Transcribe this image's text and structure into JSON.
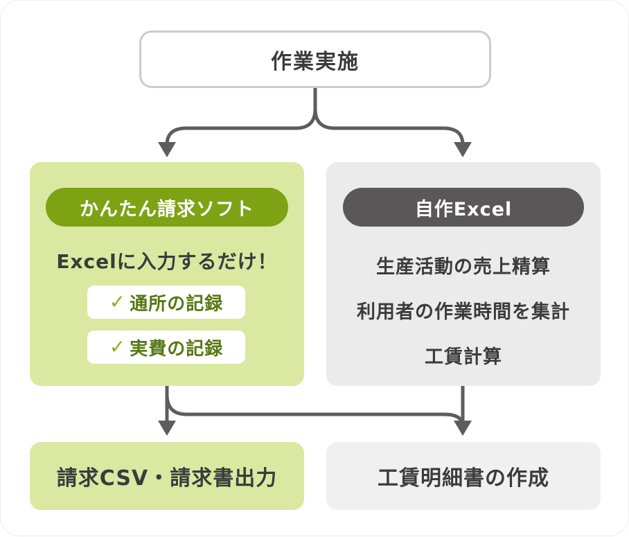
{
  "diagram": {
    "title_node": "作業実施",
    "left": {
      "pill": "かんたん請求ソフト",
      "headline": "Excelに入力するだけ！",
      "check_glyph": "✓",
      "checklist": [
        {
          "label": "通所の記録"
        },
        {
          "label": "実費の記録"
        }
      ],
      "result": "請求CSV・請求書出力"
    },
    "right": {
      "pill": "自作Excel",
      "steps": [
        "生産活動の売上精算",
        "利用者の作業時間を集計",
        "工賃計算"
      ],
      "result": "工賃明細書の作成"
    }
  },
  "colors": {
    "arrow": "#5e5c5c",
    "green-panel": "#dbe8a2",
    "green-pill": "#7da315",
    "green-check": "#86b412",
    "green-text": "#567812",
    "gray-panel": "#ebebeb",
    "gray-pill": "#595757",
    "gray-result-panel": "#f0f0f0",
    "dark-text": "#3b3b3b",
    "node-border": "#cccccc"
  }
}
